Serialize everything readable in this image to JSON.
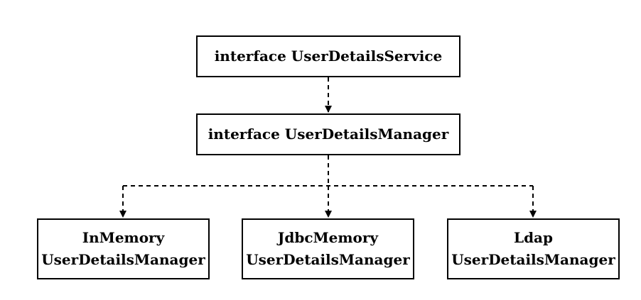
{
  "nodes": {
    "service": {
      "label": "interface UserDetailsService"
    },
    "manager": {
      "label": "interface UserDetailsManager"
    },
    "inmemory": {
      "line1": "InMemory",
      "line2": "UserDetailsManager"
    },
    "jdbc": {
      "line1": "JdbcMemory",
      "line2": "UserDetailsManager"
    },
    "ldap": {
      "line1": "Ldap",
      "line2": "UserDetailsManager"
    }
  },
  "colors": {
    "stroke": "#000000",
    "background": "#ffffff"
  }
}
